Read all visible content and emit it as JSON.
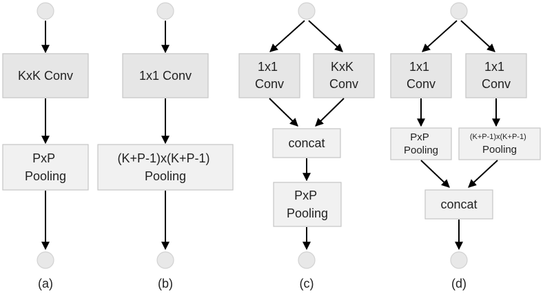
{
  "colors": {
    "conv_box": "#e6e6e6",
    "pool_box": "#f1f1f1",
    "node_circle": "#e8e8e8",
    "arrow": "#000000"
  },
  "diagrams": [
    {
      "label": "(a)",
      "conv": {
        "lines": [
          "KxK Conv"
        ]
      },
      "pooling": {
        "lines": [
          "PxP",
          "Pooling"
        ]
      }
    },
    {
      "label": "(b)",
      "conv": {
        "lines": [
          "1x1 Conv"
        ]
      },
      "pooling": {
        "lines": [
          "(K+P-1)x(K+P-1)",
          "Pooling"
        ]
      }
    },
    {
      "label": "(c)",
      "conv_left": {
        "lines": [
          "1x1",
          "Conv"
        ]
      },
      "conv_right": {
        "lines": [
          "KxK",
          "Conv"
        ]
      },
      "concat": {
        "lines": [
          "concat"
        ]
      },
      "pooling": {
        "lines": [
          "PxP",
          "Pooling"
        ]
      }
    },
    {
      "label": "(d)",
      "conv_left": {
        "lines": [
          "1x1",
          "Conv"
        ]
      },
      "conv_right": {
        "lines": [
          "1x1",
          "Conv"
        ]
      },
      "pool_left": {
        "lines": [
          "PxP",
          "Pooling"
        ]
      },
      "pool_right": {
        "lines": [
          "(K+P-1)x(K+P-1)",
          "Pooling"
        ]
      },
      "concat": {
        "lines": [
          "concat"
        ]
      }
    }
  ]
}
